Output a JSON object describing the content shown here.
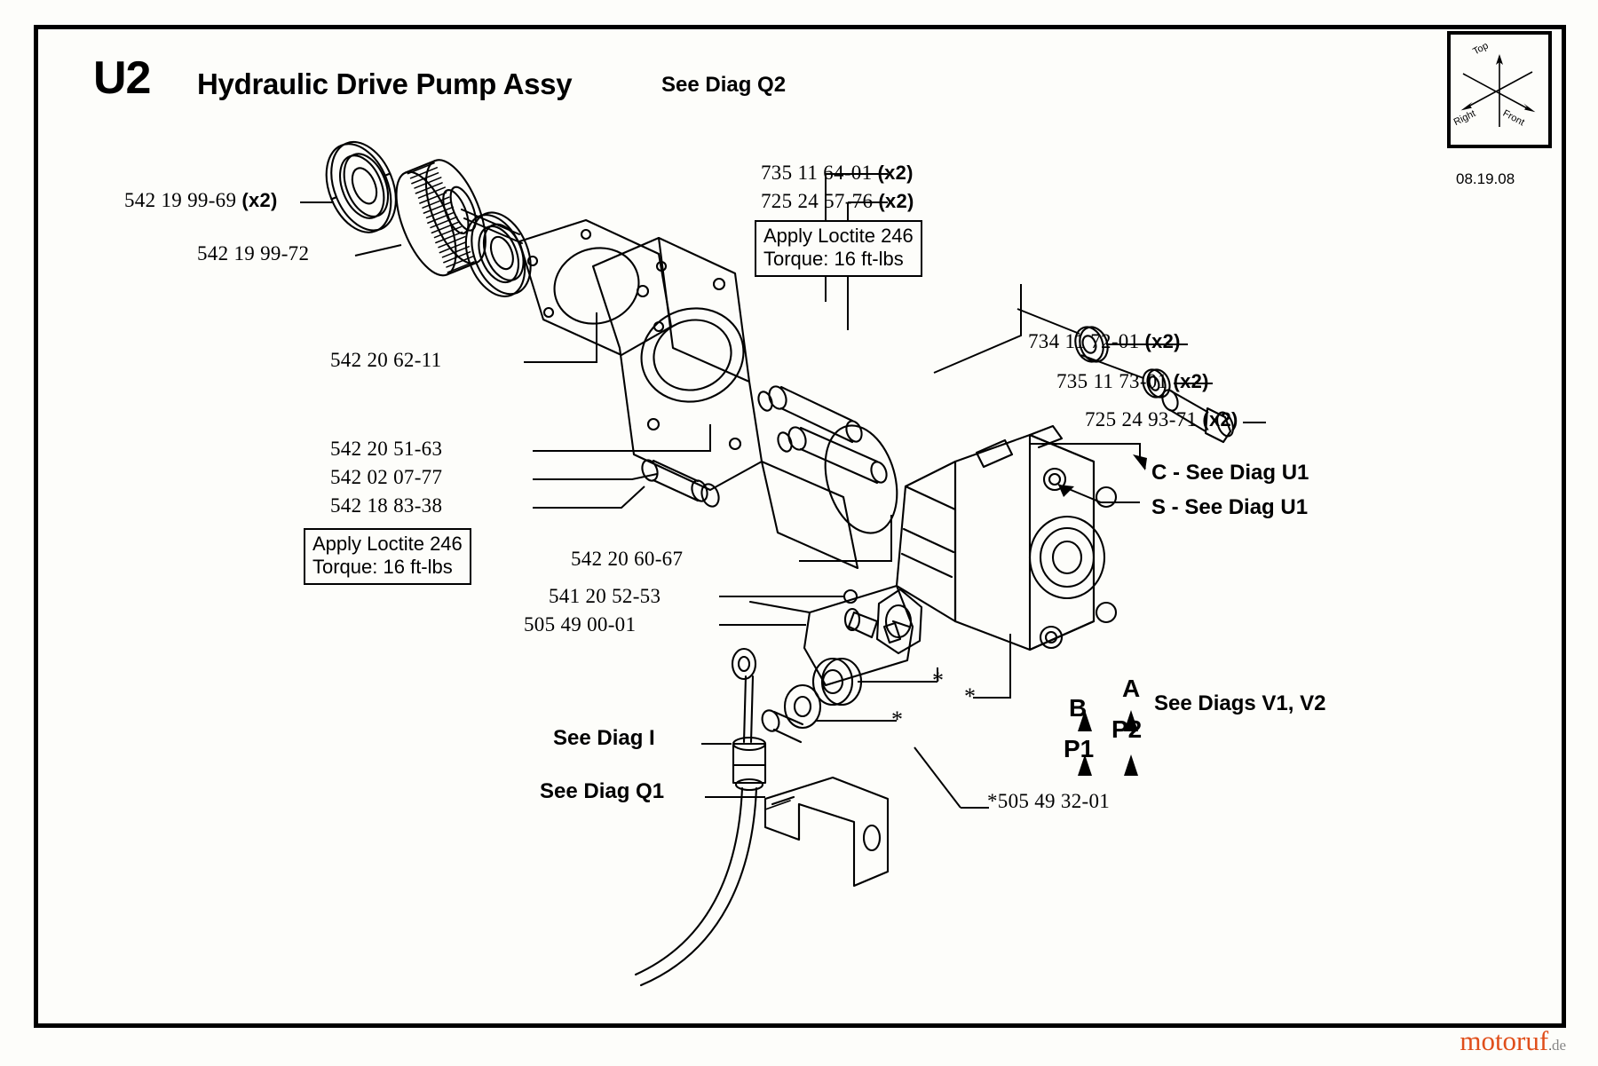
{
  "header": {
    "code": "U2",
    "title": "Hydraulic Drive Pump Assy",
    "subtitle": "See Diag Q2",
    "date": "08.19.08"
  },
  "compass": {
    "top": "Top",
    "right": "Right",
    "front": "Front"
  },
  "labels": {
    "p542199969": "542 19 99-69",
    "p542199969_qty": "(x2)",
    "p542199972": "542 19 99-72",
    "p542206211": "542 20 62-11",
    "p542205163": "542 20 51-63",
    "p542020777": "542 02 07-77",
    "p542188338": "542 18 83-38",
    "p542206067": "542 20 60-67",
    "p541205253": "541 20 52-53",
    "p505490001": "505 49 00-01",
    "p735116401": "735 11 64-01",
    "p735116401_qty": "(x2)",
    "p725245776": "725 24 57-76",
    "p725245776_qty": "(x2)",
    "p734117201": "734 11 72-01",
    "p734117201_qty": "(x2)",
    "p735117301": "735 11 73-01",
    "p735117301_qty": "(x2)",
    "p725249371": "725 24 93-71",
    "p725249371_qty": "(x2)",
    "p505493201": "*505 49 32-01",
    "see_diag_i": "See Diag I",
    "see_diag_q1": "See Diag Q1",
    "see_diag_u1_c": "C - See Diag U1",
    "see_diag_u1_s": "S - See Diag U1",
    "see_diags_v1v2": "See Diags V1, V2",
    "port_a": "A",
    "port_b": "B",
    "port_p1": "P1",
    "port_p2": "P2",
    "asterisk": "*"
  },
  "notes": {
    "top_note_line1": "Apply Loctite 246",
    "top_note_line2": "Torque: 16 ft-lbs",
    "left_note_line1": "Apply Loctite 246",
    "left_note_line2": "Torque: 16 ft-lbs"
  },
  "footer": {
    "logo_text": "motoruf",
    "logo_dot": ".",
    "logo_tld": "de"
  }
}
